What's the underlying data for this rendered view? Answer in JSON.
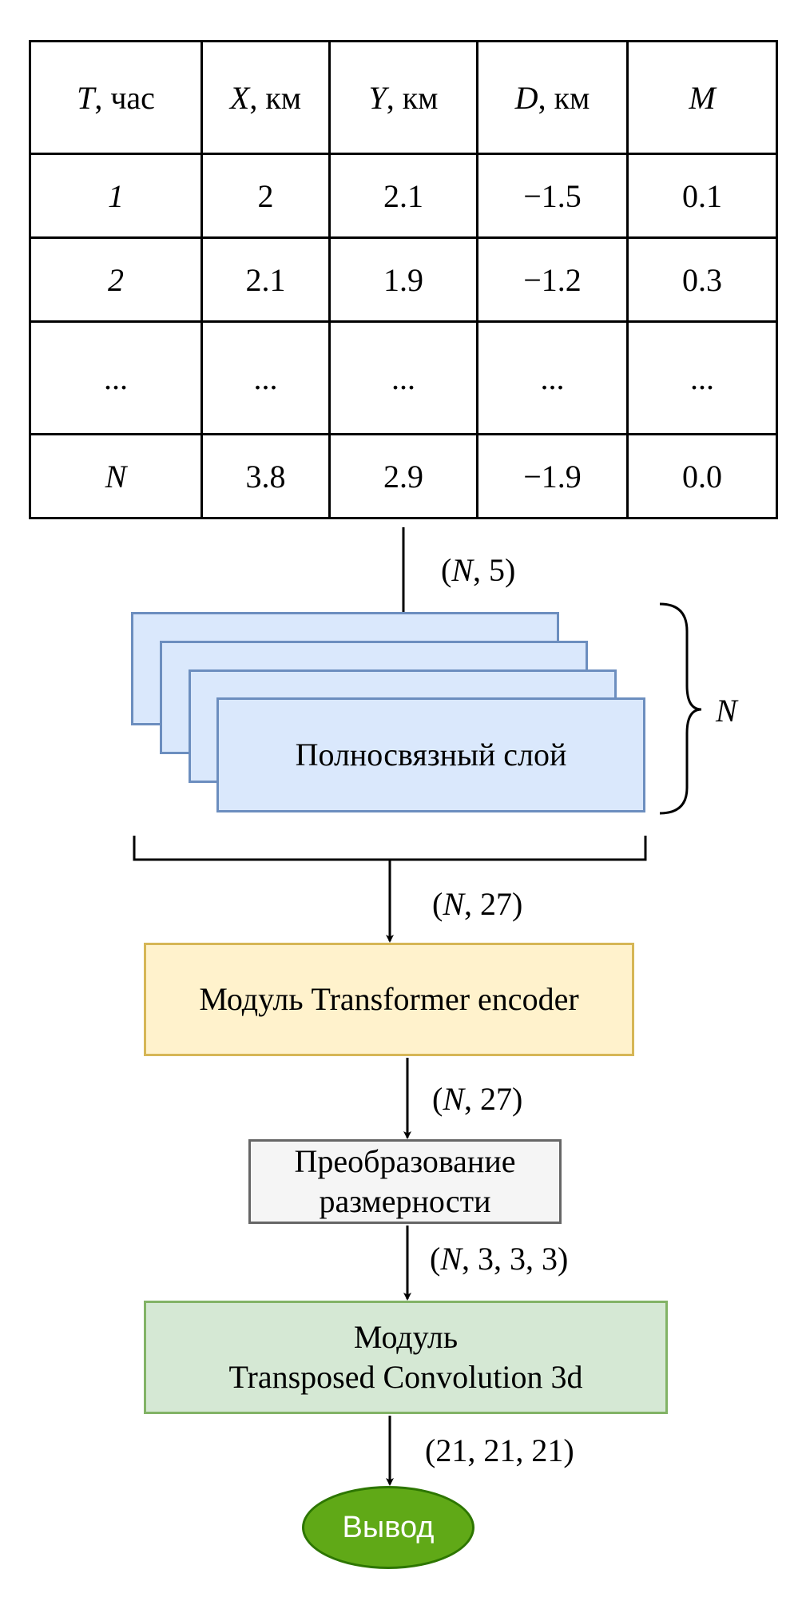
{
  "table": {
    "headers": [
      {
        "var": "T",
        "unit": ", час"
      },
      {
        "var": "X",
        "unit": ", км"
      },
      {
        "var": "Y",
        "unit": ", км"
      },
      {
        "var": "D",
        "unit": ", км"
      },
      {
        "var": "M",
        "unit": ""
      }
    ],
    "rows": [
      [
        "1",
        "2",
        "2.1",
        "−1.5",
        "0.1"
      ],
      [
        "2",
        "2.1",
        "1.9",
        "−1.2",
        "0.3"
      ],
      [
        "...",
        "...",
        "...",
        "...",
        "..."
      ],
      [
        "N",
        "3.8",
        "2.9",
        "−1.9",
        "0.0"
      ]
    ]
  },
  "labels": {
    "shape_input": {
      "open": "(",
      "var": "N",
      "rest": ", 5)"
    },
    "repeat_count": "N",
    "shape_fc": {
      "open": "(",
      "var": "N",
      "rest": ", 27)"
    },
    "shape_transformer": {
      "open": "(",
      "var": "N",
      "rest": ", 27)"
    },
    "shape_reshape": {
      "open": "(",
      "var": "N",
      "rest": ", 3, 3, 3)"
    },
    "shape_output": "(21, 21, 21)"
  },
  "boxes": {
    "fc_layer": "Полносвязный слой",
    "transformer": "Модуль Transformer encoder",
    "reshape_line1": "Преобразование",
    "reshape_line2": "размерности",
    "tconv_line1": "Модуль",
    "tconv_line2": "Transposed Convolution 3d",
    "output": "Вывод"
  },
  "colors": {
    "fc_fill": "#dae8fc",
    "fc_stroke": "#6c8ebf",
    "transformer_fill": "#fff2cc",
    "transformer_stroke": "#d6b656",
    "reshape_fill": "#f5f5f5",
    "reshape_stroke": "#666666",
    "tconv_fill": "#d5e8d4",
    "tconv_stroke": "#82b366",
    "output_fill": "#60a917",
    "output_stroke": "#2d7600"
  }
}
